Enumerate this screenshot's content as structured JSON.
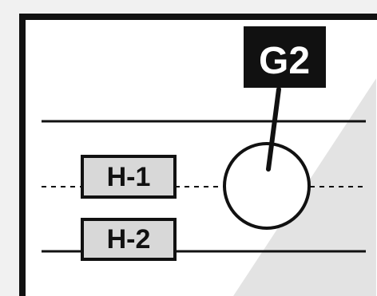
{
  "labels": {
    "gate_tag": "G2",
    "box_1": "H-1",
    "box_2": "H-2"
  },
  "colors": {
    "background": "#f1f1f1",
    "panel": "#ffffff",
    "shade": "#e3e3e3",
    "line": "#111111",
    "box_fill": "#d8d8d8",
    "tag_bg": "#111111",
    "tag_text": "#ffffff"
  }
}
